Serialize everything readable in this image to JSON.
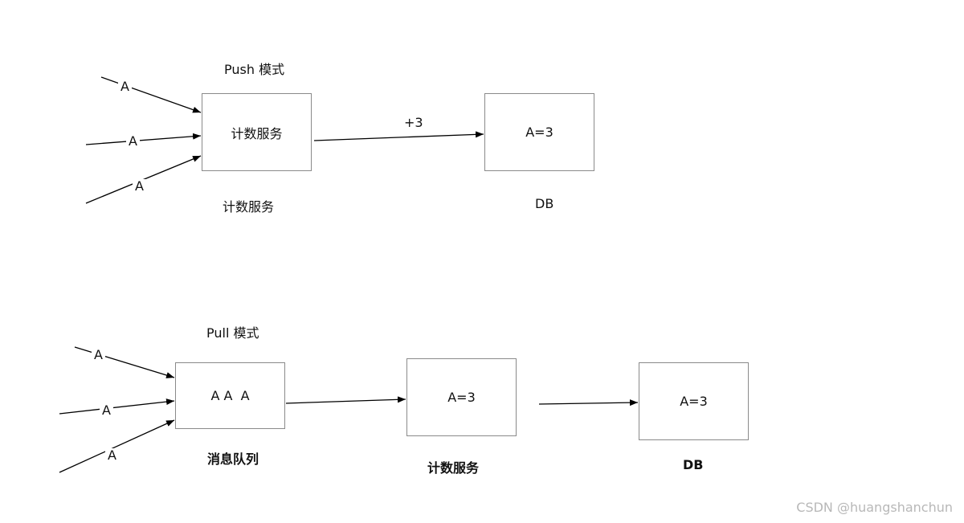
{
  "push": {
    "title": "Push 模式",
    "inputs": [
      "A",
      "A",
      "A"
    ],
    "service_box": "计数服务",
    "service_label": "计数服务",
    "edge_label": "+3",
    "db_box": "A=3",
    "db_label": "DB"
  },
  "pull": {
    "title": "Pull 模式",
    "inputs": [
      "A",
      "A",
      "A"
    ],
    "queue_box": "A A  A",
    "queue_label": "消息队列",
    "service_box": "A=3",
    "service_label": "计数服务",
    "db_box": "A=3",
    "db_label": "DB"
  },
  "watermark": "CSDN @huangshanchun"
}
